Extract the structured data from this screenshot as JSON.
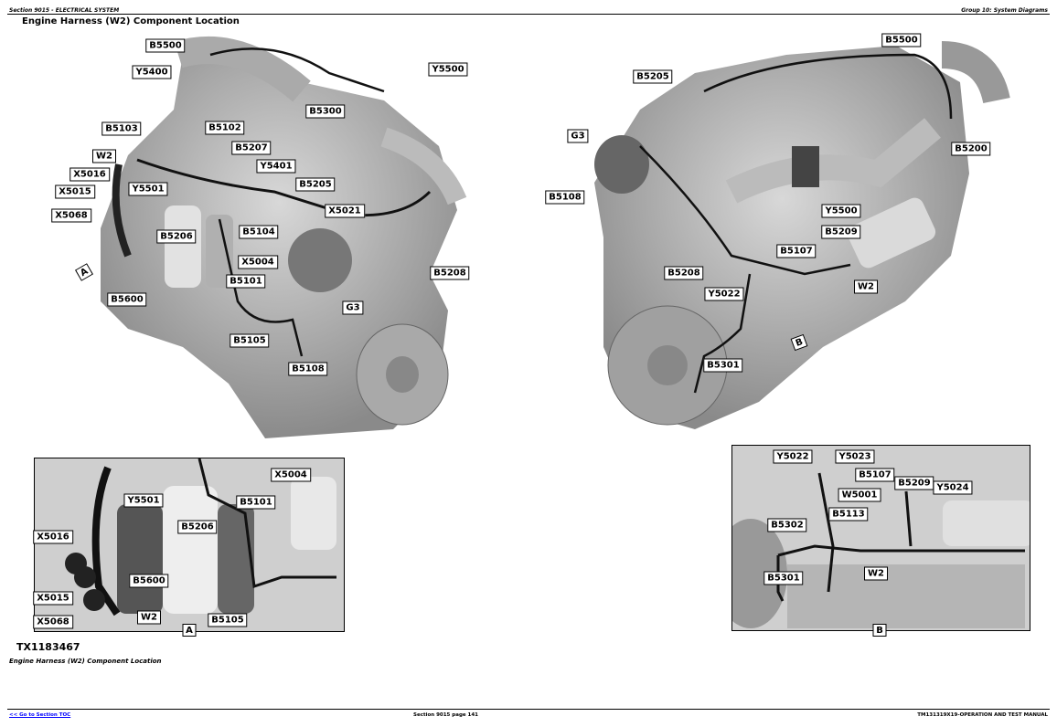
{
  "header": {
    "section": "Section 9015 - ELECTRICAL SYSTEM",
    "group": "Group 10: System Diagrams"
  },
  "title": "Engine Harness (W2) Component Location",
  "left_labels": [
    "B5500",
    "Y5400",
    "Y5500",
    "B5102",
    "B5300",
    "B5103",
    "B5207",
    "W2",
    "Y5401",
    "X5016",
    "B5205",
    "X5015",
    "Y5501",
    "X5021",
    "X5068",
    "B5206",
    "B5104",
    "X5004",
    "B5101",
    "B5208",
    "B5600",
    "G3",
    "B5105",
    "B5108"
  ],
  "right_labels": [
    "B5500",
    "B5205",
    "G3",
    "B5200",
    "B5108",
    "Y5500",
    "B5209",
    "B5107",
    "B5208",
    "W2",
    "Y5022",
    "B5301"
  ],
  "inset_a_labels": [
    "Y5501",
    "B5101",
    "X5004",
    "B5206",
    "X5016",
    "B5600",
    "X5015",
    "W2",
    "X5068",
    "B5105"
  ],
  "inset_b_labels": [
    "Y5022",
    "Y5023",
    "B5107",
    "B5209",
    "Y5024",
    "W5001",
    "B5113",
    "B5302",
    "W2",
    "B5301"
  ],
  "callouts": {
    "a": "A",
    "b": "B"
  },
  "figure_id": "TX1183467",
  "caption": "Engine Harness (W2) Component Location",
  "footer": {
    "toc_link": "<< Go to Section TOC",
    "page": "Section 9015 page 141",
    "manual": "TM131319X19-OPERATION AND TEST MANUAL"
  }
}
